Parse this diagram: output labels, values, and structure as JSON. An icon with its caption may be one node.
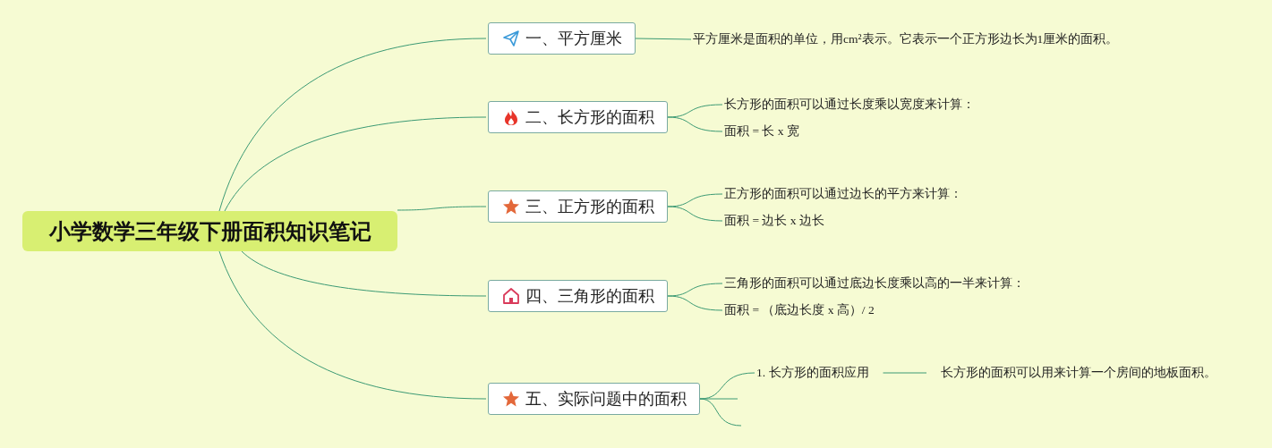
{
  "diagram": {
    "nodes": [
      {
        "text": [
          "小学数学三年级下册面积知识笔记"
        ]
      },
      {
        "text": [
          "一、平方厘米"
        ]
      },
      {
        "text": [
          "平方厘米是面积的单位，用cm²表示。它表示一个正方形边长为1厘米的面积。"
        ]
      },
      {
        "text": [
          "二、长方形的面积"
        ]
      },
      {
        "text": [
          "长方形的面积可以通过长度乘以宽度来计算："
        ]
      },
      {
        "text": [
          "面积 = 长 x 宽"
        ]
      },
      {
        "text": [
          "三、正方形的面积"
        ]
      },
      {
        "text": [
          "正方形的面积可以通过边长的平方来计算："
        ]
      },
      {
        "text": [
          "面积 = 边长 x 边长"
        ]
      },
      {
        "text": [
          "四、三角形的面积"
        ]
      },
      {
        "text": [
          "三角形的面积可以通过底边长度乘以高的一半来计算："
        ]
      },
      {
        "text": [
          "面积 = （底边长度 x 高）/ 2"
        ]
      },
      {
        "text": [
          "五、实际问题中的面积"
        ]
      },
      {
        "text": [
          "1. 长方形的面积应用"
        ]
      },
      {
        "text": [
          "长方形的面积可以用来计算一个房间的地板面积。"
        ]
      }
    ],
    "edges": [
      {
        "from": 0,
        "to": 1,
        "arrow": "none"
      },
      {
        "from": 0,
        "to": 3,
        "arrow": "none"
      },
      {
        "from": 0,
        "to": 6,
        "arrow": "none"
      },
      {
        "from": 0,
        "to": 9,
        "arrow": "none"
      },
      {
        "from": 0,
        "to": 12,
        "arrow": "none"
      },
      {
        "from": 1,
        "to": 2,
        "arrow": "none"
      },
      {
        "from": 3,
        "to": 4,
        "arrow": "none"
      },
      {
        "from": 3,
        "to": 5,
        "arrow": "none"
      },
      {
        "from": 6,
        "to": 7,
        "arrow": "none"
      },
      {
        "from": 6,
        "to": 8,
        "arrow": "none"
      },
      {
        "from": 9,
        "to": 10,
        "arrow": "none"
      },
      {
        "from": 9,
        "to": 11,
        "arrow": "none"
      },
      {
        "from": 12,
        "to": 13,
        "arrow": "none"
      },
      {
        "from": 13,
        "to": 14,
        "arrow": "none"
      },
      {
        "from": 12,
        "to": null,
        "arrow": "none"
      },
      {
        "from": 12,
        "to": null,
        "arrow": "none"
      }
    ]
  }
}
